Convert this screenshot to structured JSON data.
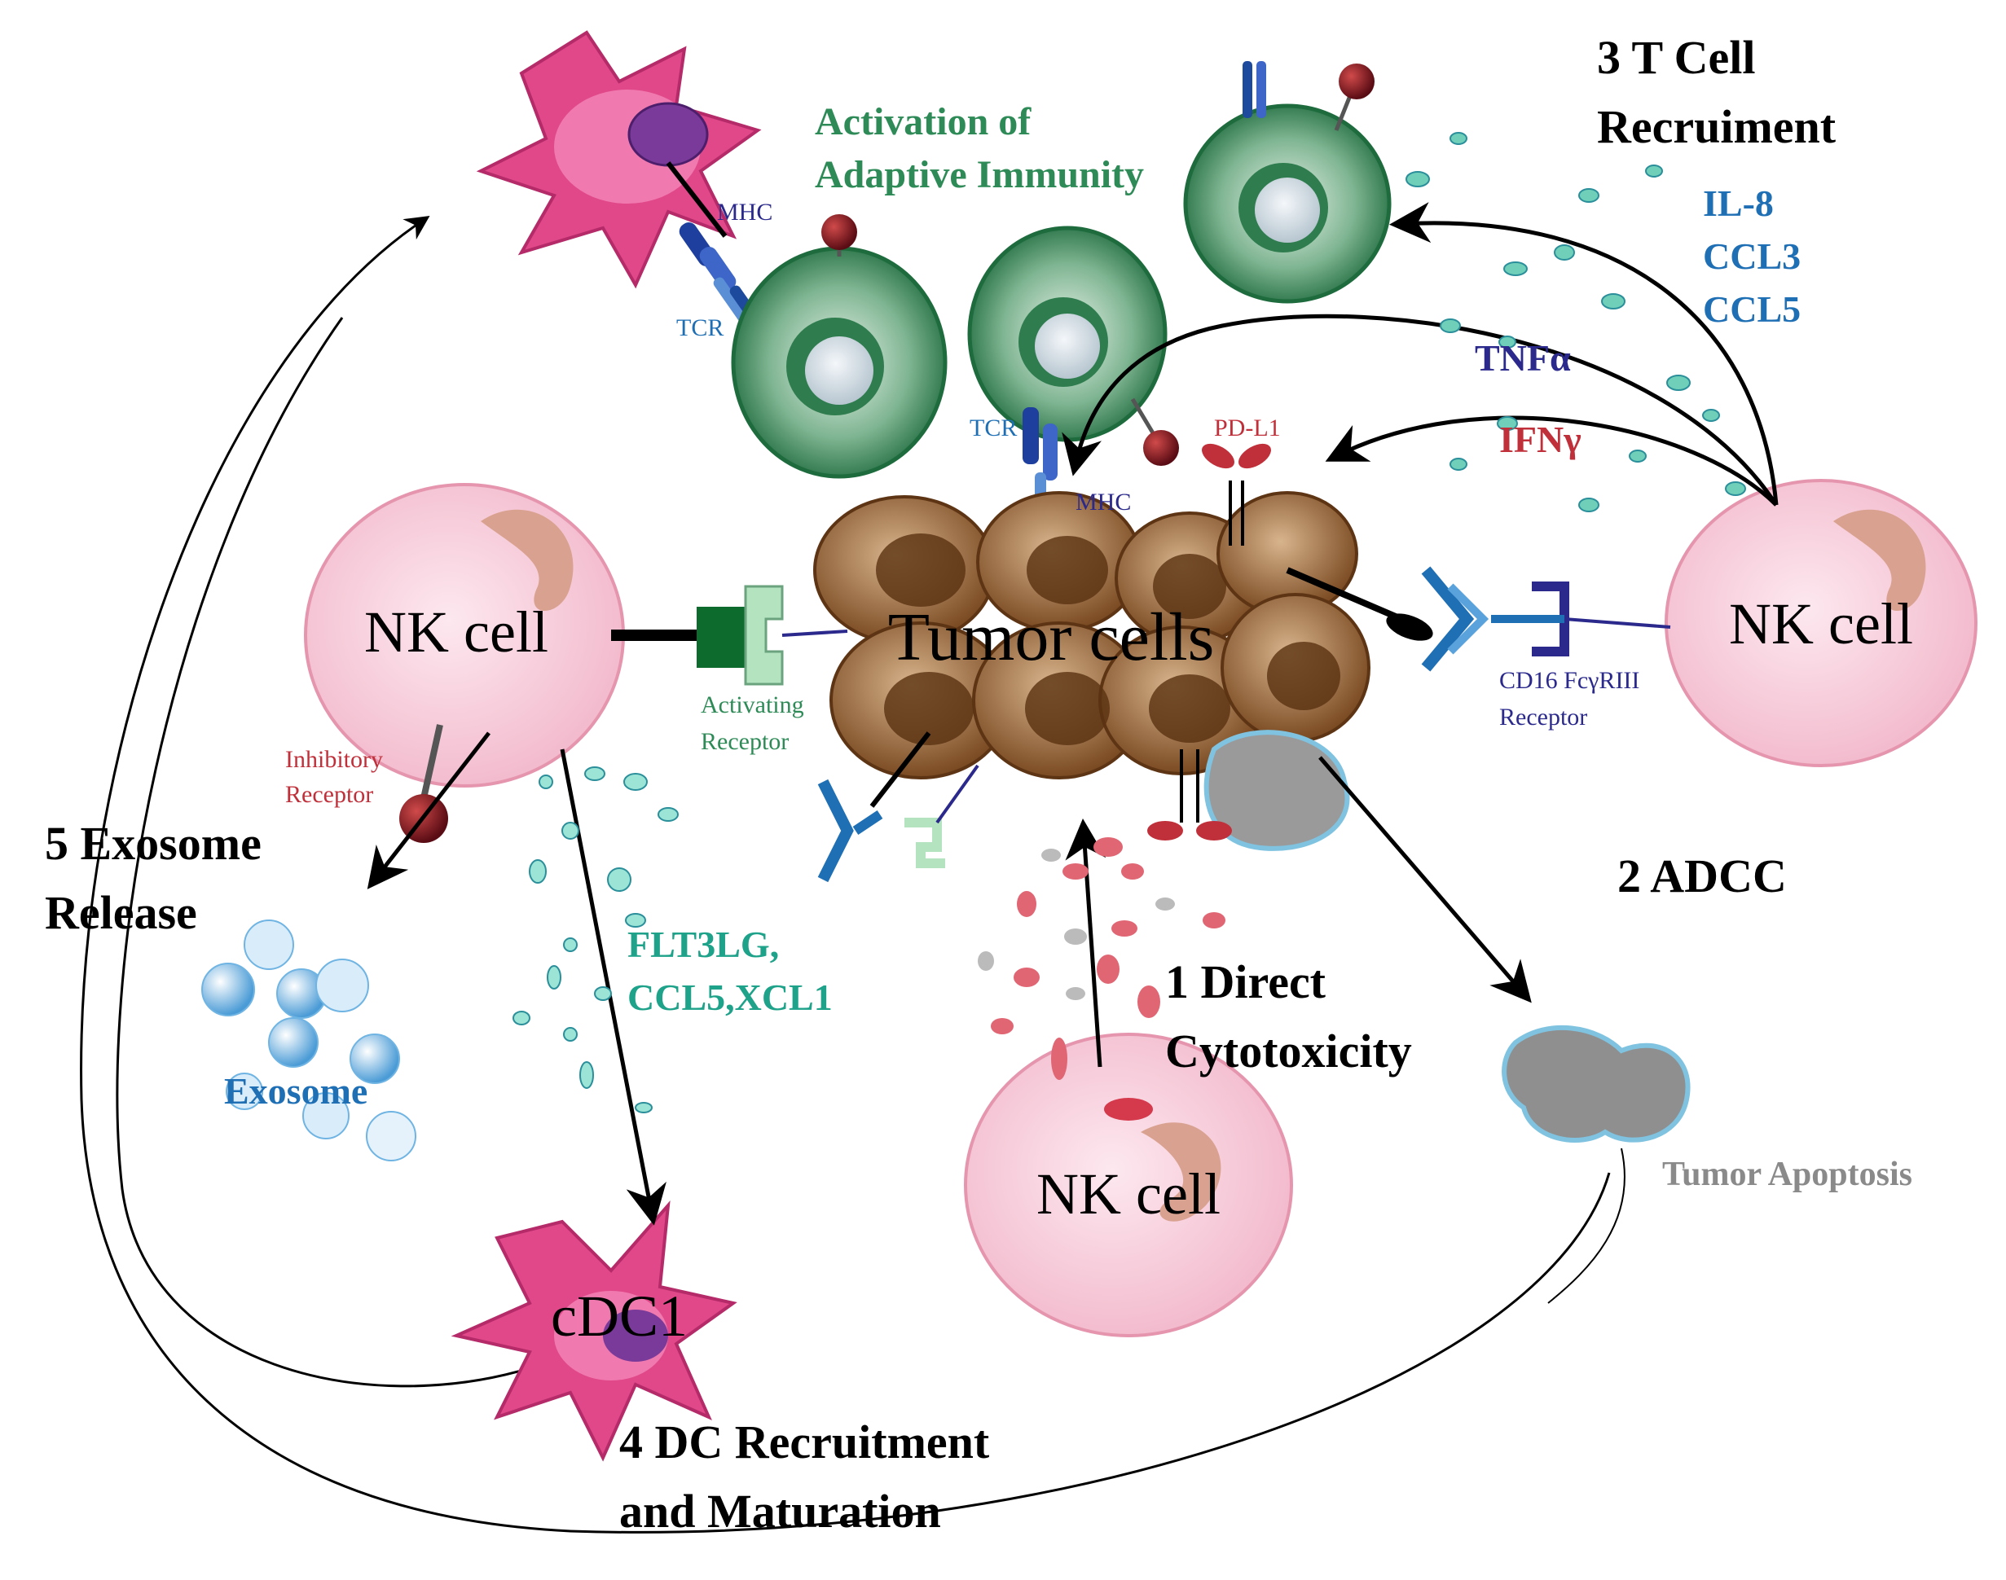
{
  "colors": {
    "nk_fill": "#f6c9d6",
    "nk_stroke": "#e596ae",
    "tcell_outer": "#2f7d4f",
    "tcell_inner": "#9cc9a7",
    "dc_fill": "#e0488a",
    "tumor_fill": "#8a5a2c",
    "tumor_light": "#c9a27c",
    "arrow": "#000000",
    "green_label": "#2e8b57",
    "blue_label": "#1f6fb5",
    "navy_label": "#2b2a8c",
    "red_label": "#c0303a",
    "teal_label": "#1ea28a",
    "gray_label": "#8a8a8a"
  },
  "labels": {
    "nk_left": "NK cell",
    "nk_right": "NK cell",
    "nk_bottom": "NK cell",
    "tumor": "Tumor cells",
    "cdc1": "cDC1",
    "activation_line1": "Activation of",
    "activation_line2": "Adaptive Immunity",
    "mhc_top": "MHC",
    "tcr_top": "TCR",
    "tcr_mid": "TCR",
    "mhc_mid": "MHC",
    "pdl1": "PD-L1",
    "activating_line1": "Activating",
    "activating_line2": "Receptor",
    "inhibitory_line1": "Inhibitory",
    "inhibitory_line2": "Receptor",
    "cd16_line1": "CD16 FcγRIII",
    "cd16_line2": "Receptor",
    "il8": "IL-8",
    "ccl3": "CCL3",
    "ccl5": "CCL5",
    "tnfa": "TNFα",
    "ifng": "IFNγ",
    "flt3lg_line1": "FLT3LG,",
    "flt3lg_line2": "CCL5,XCL1",
    "exosome": "Exosome",
    "tumor_apoptosis": "Tumor Apoptosis"
  },
  "steps": {
    "s1_line1": "1  Direct",
    "s1_line2": "Cytotoxicity",
    "s2": "2  ADCC",
    "s3_line1": "3  T Cell",
    "s3_line2": "Recruiment",
    "s4_line1": "4  DC Recruitment",
    "s4_line2": "and Maturation",
    "s5_line1": "5  Exosome",
    "s5_line2": "Release"
  }
}
